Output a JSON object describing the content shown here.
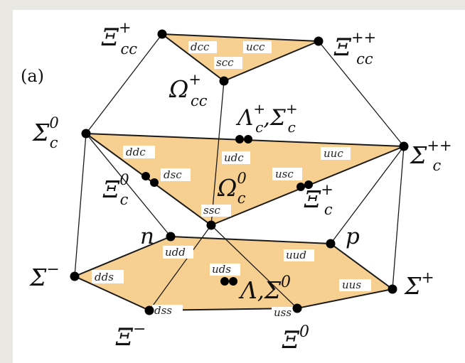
{
  "panel_label": "(a)",
  "colors": {
    "face": "#f7cf90",
    "line": "#1a1a1a",
    "dot": "#000000",
    "frame": "#ffffff",
    "background": "#e9e7e2"
  },
  "top": {
    "xi_cc_plus": {
      "sym": "Ξ",
      "sub": "cc",
      "sup": "+"
    },
    "xi_cc_pp": {
      "sym": "Ξ",
      "sub": "cc",
      "sup": "++"
    },
    "omega_cc": {
      "sym": "Ω",
      "sub": "cc",
      "sup": "+"
    },
    "quarks": {
      "dcc": "dcc",
      "ucc": "ucc",
      "scc": "scc"
    }
  },
  "middle": {
    "sigma_c0": {
      "sym": "Σ",
      "sub": "c",
      "sup": "0"
    },
    "sigma_cpp": {
      "sym": "Σ",
      "sub": "c",
      "sup": "++"
    },
    "lambda_sigma_c": {
      "sym1": "Λ",
      "sub1": "c",
      "sup1": "+",
      "comma": ",",
      "sym2": "Σ",
      "sub2": "c",
      "sup2": "+"
    },
    "xi_c0": {
      "sym": "Ξ",
      "sub": "c",
      "sup": "0"
    },
    "xi_cplus": {
      "sym": "Ξ",
      "sub": "c",
      "sup": "+"
    },
    "omega_c0": {
      "sym": "Ω",
      "sub": "c",
      "sup": "0"
    },
    "quarks": {
      "ddc": "ddc",
      "udc": "udc",
      "uuc": "uuc",
      "dsc": "dsc",
      "usc": "usc",
      "ssc": "ssc"
    }
  },
  "bottom": {
    "n": "n",
    "p": "p",
    "sigma_minus": {
      "sym": "Σ",
      "sup": "−"
    },
    "sigma_plus": {
      "sym": "Σ",
      "sup": "+"
    },
    "lambda_sigma0": {
      "sym1": "Λ",
      "comma": ",",
      "sym2": "Σ",
      "sup2": "0"
    },
    "xi_minus": {
      "sym": "Ξ",
      "sup": "−"
    },
    "xi_zero": {
      "sym": "Ξ",
      "sup": "0"
    },
    "quarks": {
      "udd": "udd",
      "uud": "uud",
      "uds": "uds",
      "dds": "dds",
      "uus": "uus",
      "dss": "dss",
      "uss": "uss"
    }
  }
}
